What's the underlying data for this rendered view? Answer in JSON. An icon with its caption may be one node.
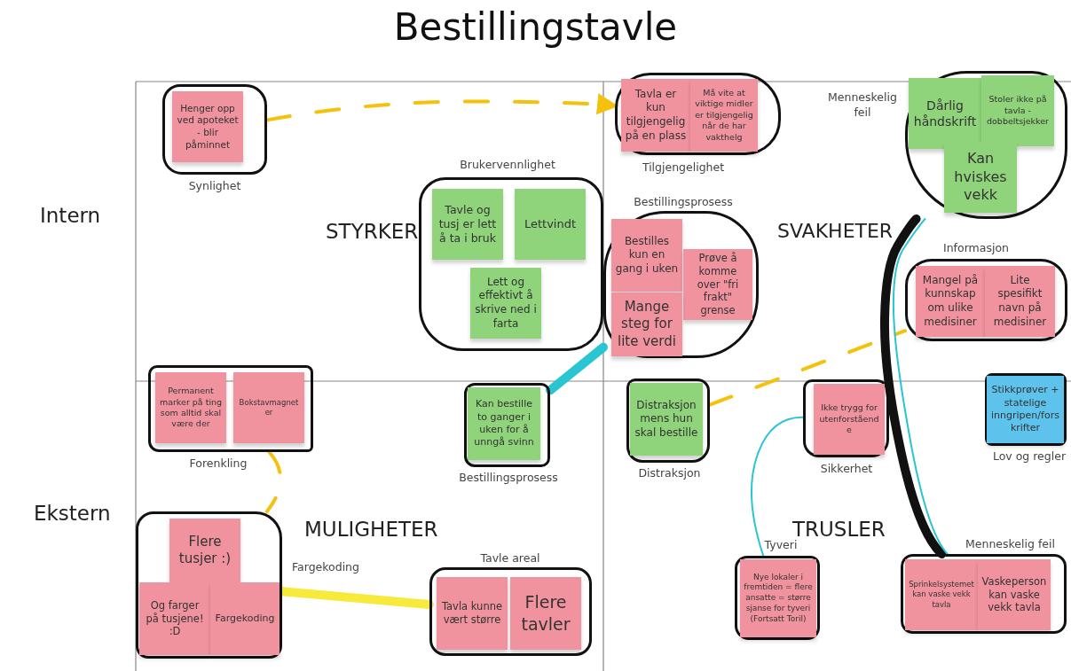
{
  "diagram": {
    "title": "Bestillingstavle",
    "nodes": [
      {
        "text": [
          "Synlighet"
        ]
      },
      {
        "text": [
          "Henger opp ved apoteket - blir påminnet"
        ],
        "in": 0
      },
      {
        "text": [
          "Tilgjengelighet"
        ]
      },
      {
        "text": [
          "Tavla er kun tilgjengelig på en plass"
        ],
        "in": 2
      },
      {
        "text": [
          "Må vite at viktige midler er tilgjengelig når de har vakthelg"
        ],
        "in": 2
      },
      {
        "text": [
          "Menneskelig feil"
        ]
      },
      {
        "text": [
          "Dårlig håndskrift"
        ],
        "in": 5
      },
      {
        "text": [
          "Stoler ikke på tavla - dobbeltsjekker"
        ],
        "in": 5
      },
      {
        "text": [
          "Kan hviskes vekk"
        ],
        "in": 5
      },
      {
        "text": [
          "Brukervennlighet"
        ]
      },
      {
        "text": [
          "Tavle og tusj er lett å ta i bruk"
        ],
        "in": 9
      },
      {
        "text": [
          "Lettvindt"
        ],
        "in": 9
      },
      {
        "text": [
          "Lett og effektivt å skrive ned i farta"
        ],
        "in": 9
      },
      {
        "text": [
          "Bestillingsprosess"
        ]
      },
      {
        "text": [
          "Bestilles kun en gang i uken"
        ],
        "in": 13
      },
      {
        "text": [
          "Prøve å komme over \"fri frakt\" grense"
        ],
        "in": 13
      },
      {
        "text": [
          "Mange steg for lite verdi"
        ],
        "in": 13
      },
      {
        "text": [
          "Informasjon"
        ]
      },
      {
        "text": [
          "Mangel på kunnskap om ulike medisiner"
        ],
        "in": 17
      },
      {
        "text": [
          "Lite spesifikt navn på medisiner"
        ],
        "in": 17
      },
      {
        "text": [
          "Forenkling"
        ]
      },
      {
        "text": [
          "Permanent marker på ting som alltid skal være der"
        ],
        "in": 20
      },
      {
        "text": [
          "Bokstavmagneter"
        ],
        "in": 20
      },
      {
        "text": [
          "Bestillingsprosess"
        ]
      },
      {
        "text": [
          "Kan bestille to ganger i uken for å unngå svinn"
        ],
        "in": 23
      },
      {
        "text": [
          "Distraksjon"
        ]
      },
      {
        "text": [
          "Distraksjon mens hun skal bestille"
        ],
        "in": 25
      },
      {
        "text": [
          "Sikkerhet"
        ]
      },
      {
        "text": [
          "Ikke trygg for utenforstående"
        ],
        "in": 27
      },
      {
        "text": [
          "Lov og regler"
        ]
      },
      {
        "text": [
          "Stikkprøver + statelige inngripen/forskrifter"
        ],
        "in": 29
      },
      {
        "text": [
          "Fargekoding"
        ]
      },
      {
        "text": [
          "Flere tusjer :)"
        ],
        "in": 31
      },
      {
        "text": [
          "Og farger på tusjene! :D"
        ],
        "in": 31
      },
      {
        "text": [
          "Fargekoding"
        ],
        "in": 31
      },
      {
        "text": [
          "Tavle areal"
        ]
      },
      {
        "text": [
          "Tavla kunne vært større"
        ],
        "in": 35
      },
      {
        "text": [
          "Flere tavler"
        ],
        "in": 35
      },
      {
        "text": [
          "Tyveri"
        ]
      },
      {
        "text": [
          "Nye lokaler i fremtiden = flere ansatte = større sjanse for tyveri (Fortsatt Toril)"
        ],
        "in": 38
      },
      {
        "text": [
          "Menneskelig feil"
        ]
      },
      {
        "text": [
          "Sprinkelsystemet kan vaske vekk tavla"
        ],
        "in": 40
      },
      {
        "text": [
          "Vaskeperson kan vaske vekk tavla"
        ],
        "in": 40
      }
    ],
    "edges": [
      {
        "from": 0,
        "to": 2,
        "arrow": "to",
        "style": "dashed",
        "color": "#f4c20d"
      },
      {
        "from": 25,
        "to": 17,
        "arrow": "none",
        "style": "dashed",
        "color": "#f4c20d"
      },
      {
        "from": 20,
        "to": 31,
        "arrow": "none",
        "style": "dashed",
        "color": "#f4c20d"
      },
      {
        "from": 31,
        "to": 35,
        "arrow": "none",
        "style": "thick",
        "color": "#f7ea3a"
      },
      {
        "from": 23,
        "to": 13,
        "arrow": "none",
        "style": "thick",
        "color": "#29c5d3"
      },
      {
        "from": 38,
        "to": 27,
        "arrow": "none",
        "color": "#29c5d3"
      },
      {
        "from": 5,
        "to": 40,
        "arrow": "none",
        "style": "thick",
        "color": "#111111"
      },
      {
        "from": 5,
        "to": 40,
        "arrow": "none",
        "color": "#29c5d3"
      }
    ],
    "labels": [
      "Intern",
      "Ekstern",
      "STYRKER",
      "SVAKHETER",
      "MULIGHETER",
      "TRUSLER"
    ]
  }
}
